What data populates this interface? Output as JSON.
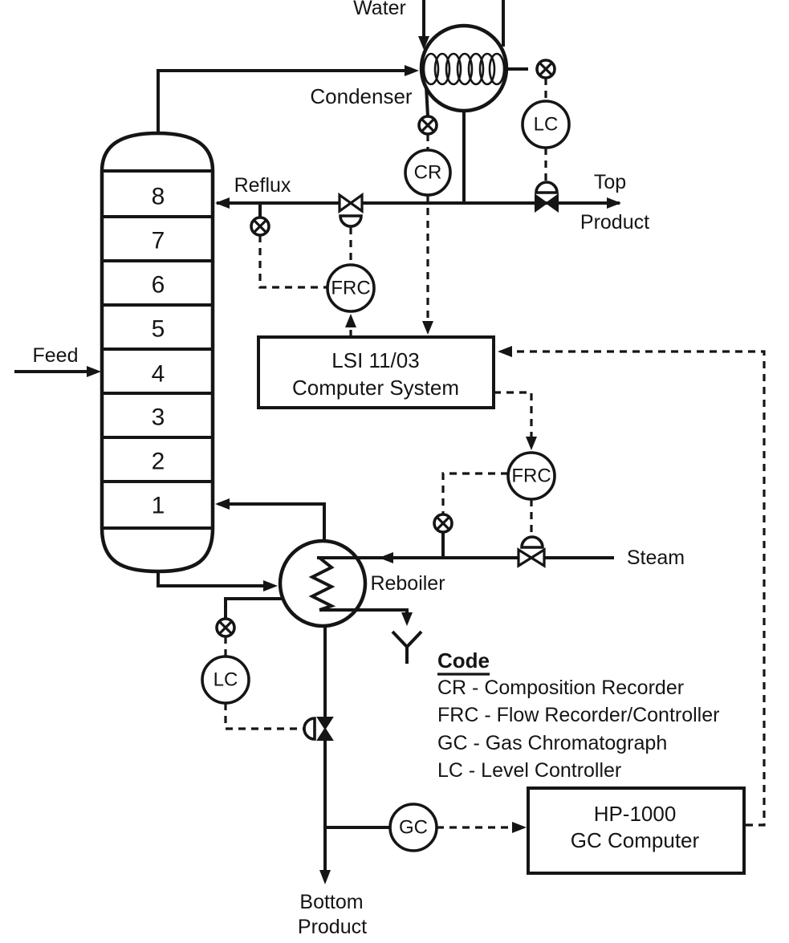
{
  "diagram": {
    "labels": {
      "water": "Water",
      "condenser": "Condenser",
      "reflux": "Reflux",
      "top_product_line1": "Top",
      "top_product_line2": "Product",
      "feed": "Feed",
      "steam": "Steam",
      "reboiler": "Reboiler",
      "bottom_product_line1": "Bottom",
      "bottom_product_line2": "Product"
    },
    "column": {
      "tray_numbers": [
        "8",
        "7",
        "6",
        "5",
        "4",
        "3",
        "2",
        "1"
      ]
    },
    "instruments": {
      "composition_recorder": "CR",
      "level_controller_top": "LC",
      "flow_controller_reflux": "FRC",
      "flow_controller_steam": "FRC",
      "level_controller_bottom": "LC",
      "gas_chromatograph": "GC"
    },
    "computers": {
      "lsi_line1": "LSI 11/03",
      "lsi_line2": "Computer System",
      "hp_line1": "HP-1000",
      "hp_line2": "GC Computer"
    },
    "legend": {
      "heading": "Code",
      "entries": [
        "CR - Composition Recorder",
        "FRC - Flow Recorder/Controller",
        "GC - Gas Chromatograph",
        "LC - Level Controller"
      ]
    },
    "colors": {
      "ink": "#151515",
      "background": "#ffffff"
    }
  }
}
